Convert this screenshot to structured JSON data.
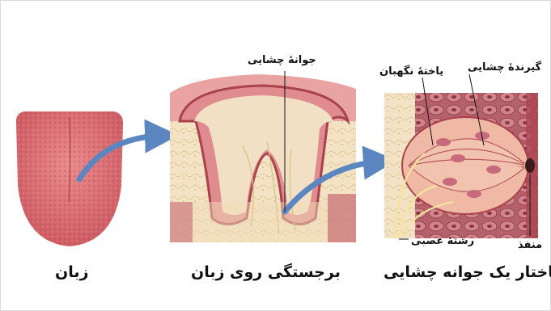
{
  "captions": {
    "tongue": "زبان",
    "papilla": "برجستگی روی زبان",
    "bud_structure": "ساختار یک جوانه چشایی"
  },
  "labels": {
    "taste_bud": "جوانهٔ چشایی",
    "supporting_cell": "یاختهٔ نگهبان",
    "taste_receptor": "گیرندهٔ چشایی",
    "nerve_fiber": "رشتهٔ عصبی",
    "pore": "منفذ"
  },
  "colors": {
    "tongue": "#d96a6f",
    "tissue_pink": "#e58f93",
    "tissue_dark": "#a9424d",
    "connective": "#f1dcb7",
    "arrow": "#5b86bf",
    "nerve": "#f6e39c"
  }
}
